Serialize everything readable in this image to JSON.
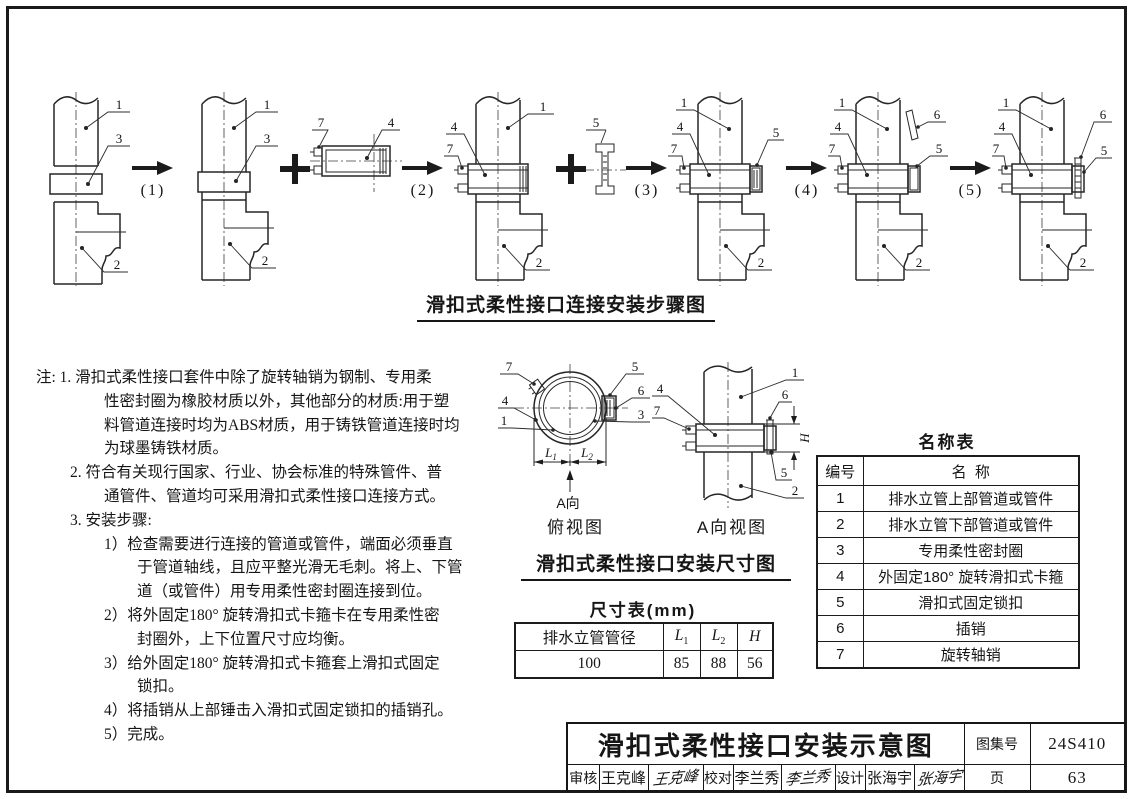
{
  "titles": {
    "step_diagram": "滑扣式柔性接口连接安装步骤图",
    "dimension_diagram": "滑扣式柔性接口安装尺寸图"
  },
  "steps": {
    "s1": "(1)",
    "s2": "(2)",
    "s3": "(3)",
    "s4": "(4)",
    "s5": "(5)"
  },
  "labels": {
    "n1": "1",
    "n2": "2",
    "n3": "3",
    "n4": "4",
    "n5": "5",
    "n6": "6",
    "n7": "7"
  },
  "views": {
    "top_caption": "俯视图",
    "a_caption": "A向视图",
    "a_dir": "A向",
    "l1": {
      "base": "L",
      "sub": "1"
    },
    "l2": {
      "base": "L",
      "sub": "2"
    },
    "h": "H"
  },
  "notes": {
    "lines": [
      "注: 1. 滑扣式柔性接口套件中除了旋转轴销为钢制、专用柔",
      "性密封圈为橡胶材质以外，其他部分的材质:用于塑",
      "料管道连接时均为ABS材质，用于铸铁管道连接时均",
      "为球墨铸铁材质。",
      "2. 符合有关现行国家、行业、协会标准的特殊管件、普",
      "通管件、管道均可采用滑扣式柔性接口连接方式。",
      "3. 安装步骤:",
      "1）检查需要进行连接的管道或管件，端面必须垂直",
      "于管道轴线，且应平整光滑无毛刺。将上、下管",
      "道（或管件）用专用柔性密封圈连接到位。",
      "2）将外固定180° 旋转滑扣式卡箍卡在专用柔性密",
      "封圈外，上下位置尺寸应均衡。",
      "3）给外固定180° 旋转滑扣式卡箍套上滑扣式固定",
      "锁扣。",
      "4）将插销从上部锤击入滑扣式固定锁扣的插销孔。",
      "5）完成。"
    ]
  },
  "dim_table": {
    "caption": "尺寸表(mm)",
    "header_diameter": "排水立管管径",
    "row": {
      "diameter": "100",
      "l1": "85",
      "l2": "88",
      "h": "56"
    }
  },
  "name_table": {
    "caption": "名称表",
    "col_no": "编号",
    "col_name": "名  称",
    "rows": [
      {
        "no": "1",
        "name": "排水立管上部管道或管件"
      },
      {
        "no": "2",
        "name": "排水立管下部管道或管件"
      },
      {
        "no": "3",
        "name": "专用柔性密封圈"
      },
      {
        "no": "4",
        "name": "外固定180° 旋转滑扣式卡箍"
      },
      {
        "no": "5",
        "name": "滑扣式固定锁扣"
      },
      {
        "no": "6",
        "name": "插销"
      },
      {
        "no": "7",
        "name": "旋转轴销"
      }
    ]
  },
  "title_block": {
    "drawing_title": "滑扣式柔性接口安装示意图",
    "atlas_label": "图集号",
    "atlas_no": "24S410",
    "page_label": "页",
    "page_no": "63",
    "review_label": "审核",
    "reviewer": "王克峰",
    "reviewer_sig": "王克峰",
    "check_label": "校对",
    "checker": "李兰秀",
    "checker_sig": "李兰秀",
    "design_label": "设计",
    "designer": "张海宇",
    "designer_sig": "张海宇"
  }
}
